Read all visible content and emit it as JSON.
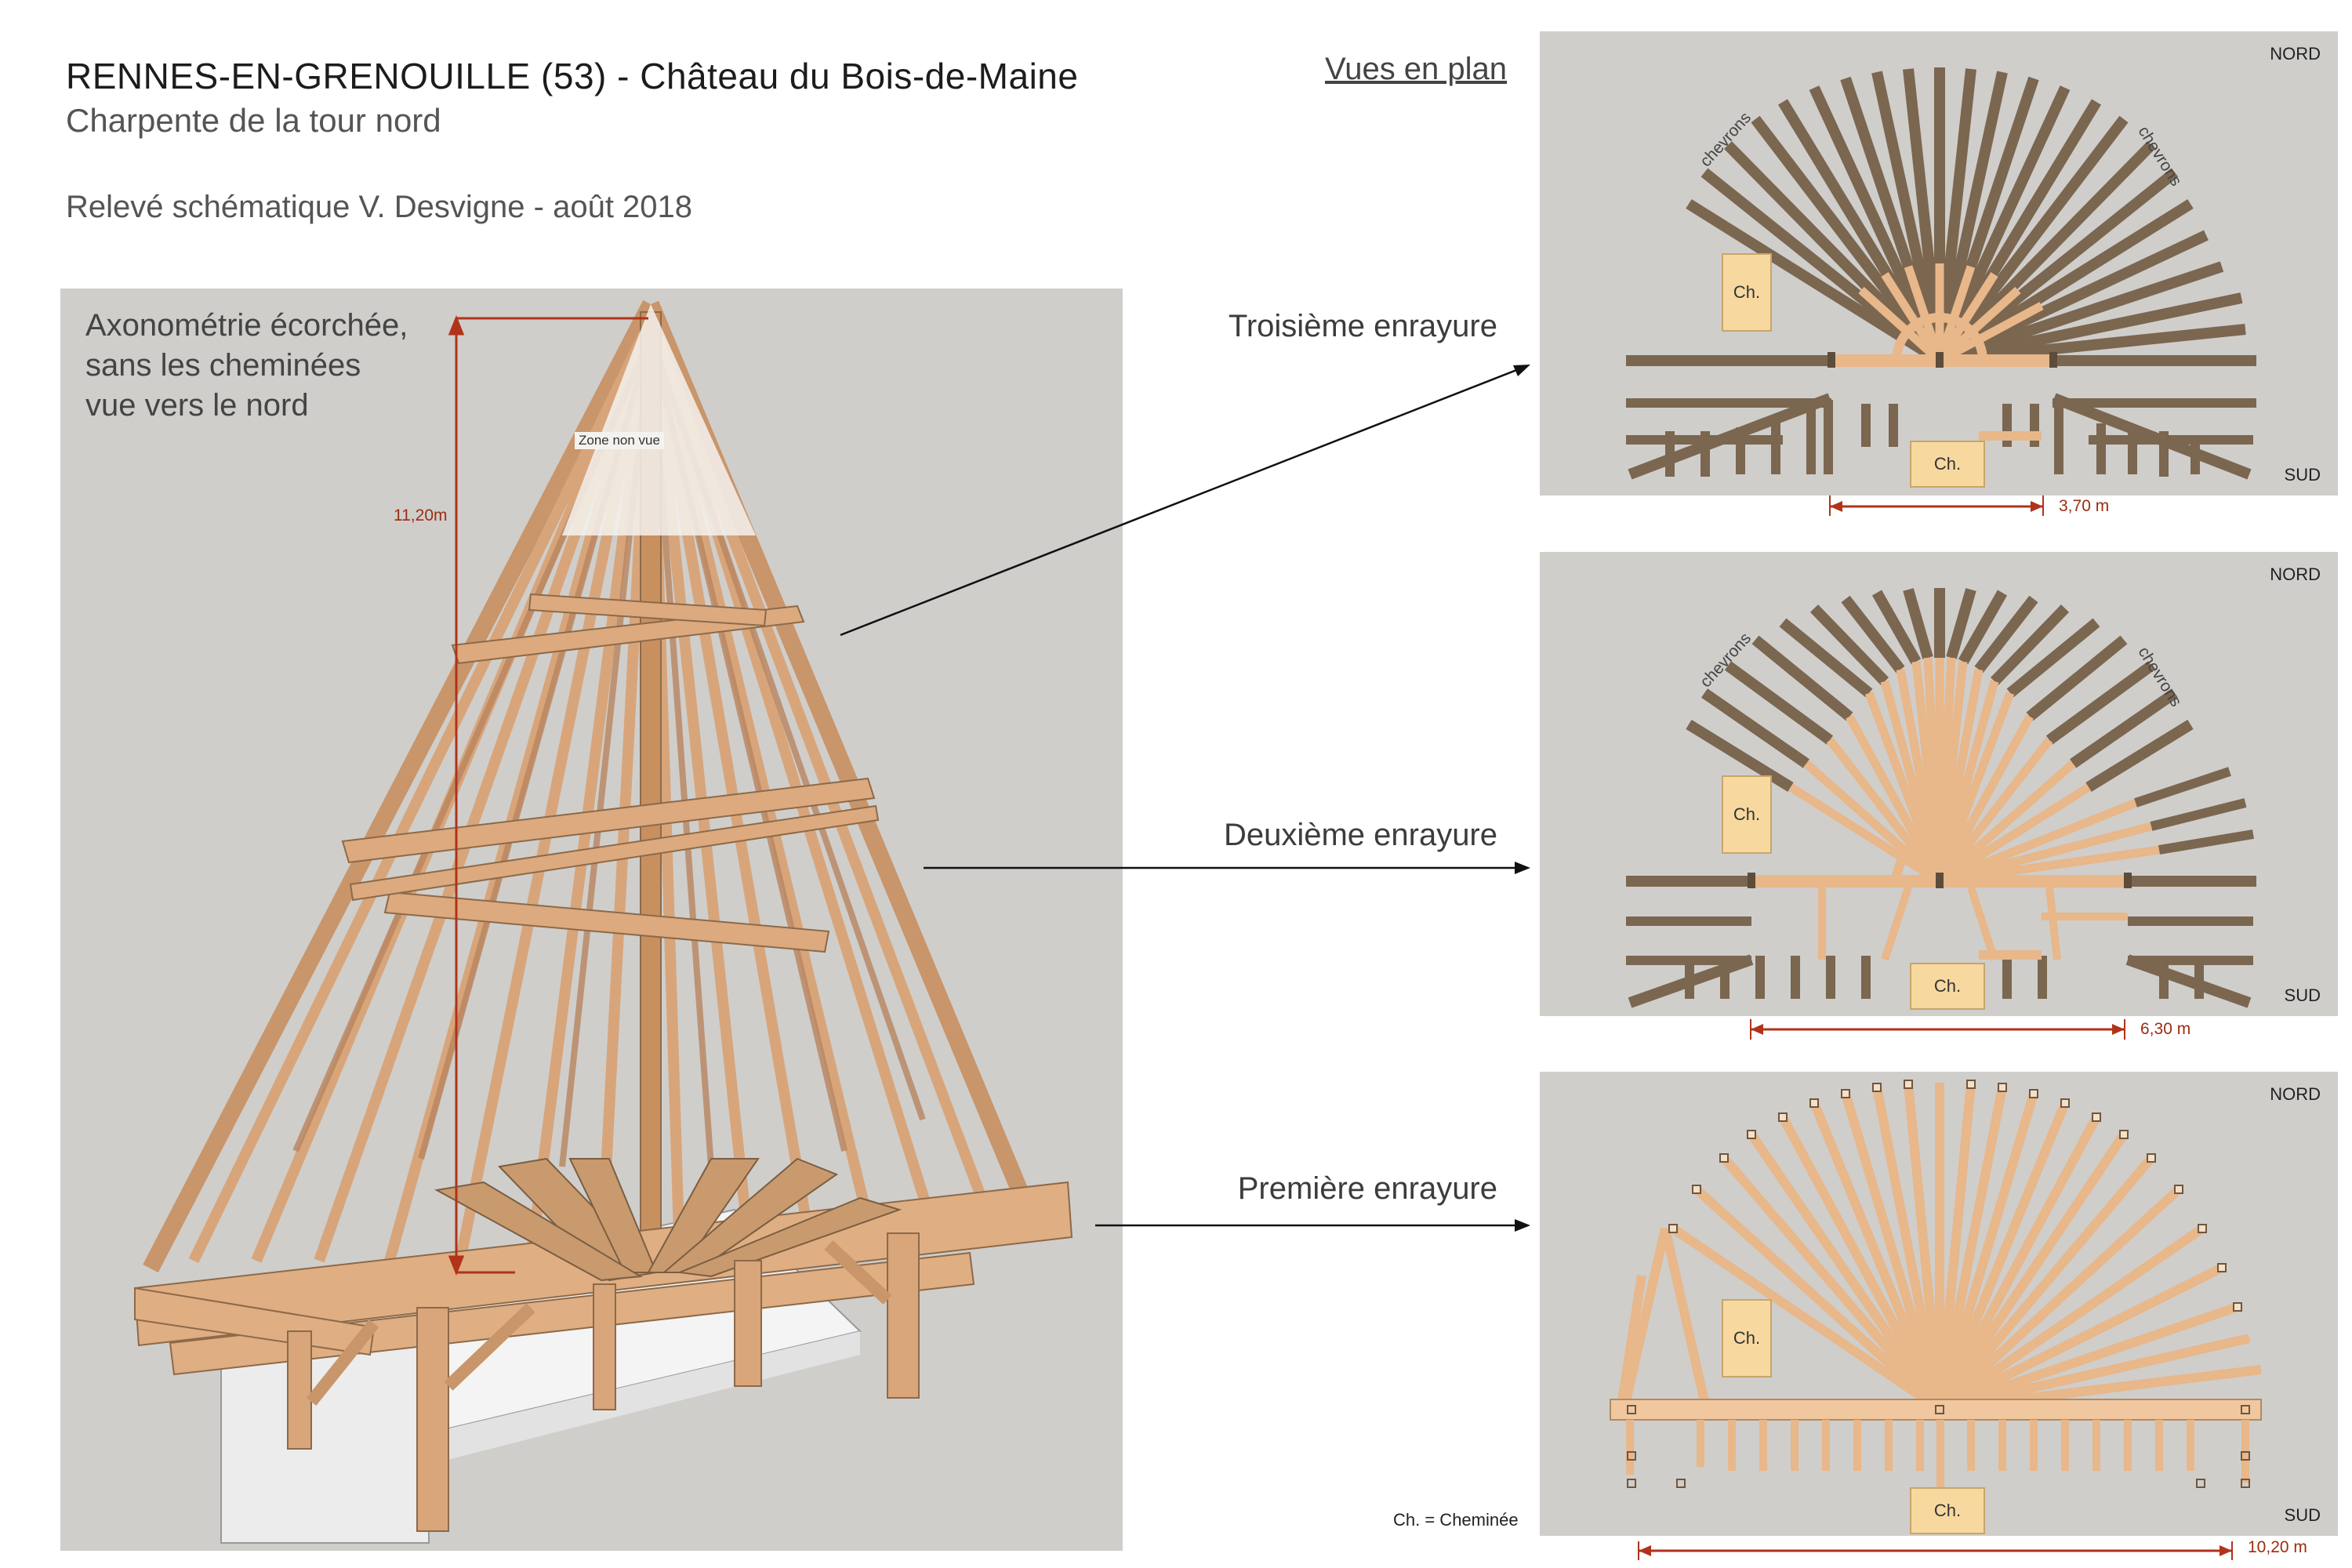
{
  "header": {
    "title": "RENNES-EN-GRENOUILLE (53) - Château du Bois-de-Maine",
    "subtitle": "Charpente de la tour nord",
    "credit": "Relevé schématique V. Desvigne - août 2018",
    "plans_heading": "Vues en plan"
  },
  "axonometry": {
    "caption_lines": [
      "Axonométrie écorchée,",
      "sans les cheminées",
      "vue vers le nord"
    ],
    "zone_label": "Zone non vue",
    "height_label": "11,20m"
  },
  "plans": [
    {
      "level": "Troisième enrayure",
      "north": "NORD",
      "south": "SUD",
      "chimney": "Ch.",
      "chimney_bottom": "Ch.",
      "rafters_left": "chevrons",
      "rafters_right": "chevrons",
      "dimension": "3,70 m"
    },
    {
      "level": "Deuxième enrayure",
      "north": "NORD",
      "south": "SUD",
      "chimney": "Ch.",
      "chimney_bottom": "Ch.",
      "rafters_left": "chevrons",
      "rafters_right": "chevrons",
      "dimension": "6,30 m"
    },
    {
      "level": "Première enrayure",
      "north": "NORD",
      "south": "SUD",
      "chimney": "Ch.",
      "chimney_bottom": "Ch.",
      "dimension": "10,20 m"
    }
  ],
  "legend": "Ch. = Cheminée",
  "colors": {
    "panel": "#cfcecb",
    "wood_light": "#e8b78a",
    "wood_mid": "#c9956a",
    "wood_dark": "#7b6650",
    "dimension_red": "#b0331a",
    "chimney": "#f7d9a0"
  }
}
